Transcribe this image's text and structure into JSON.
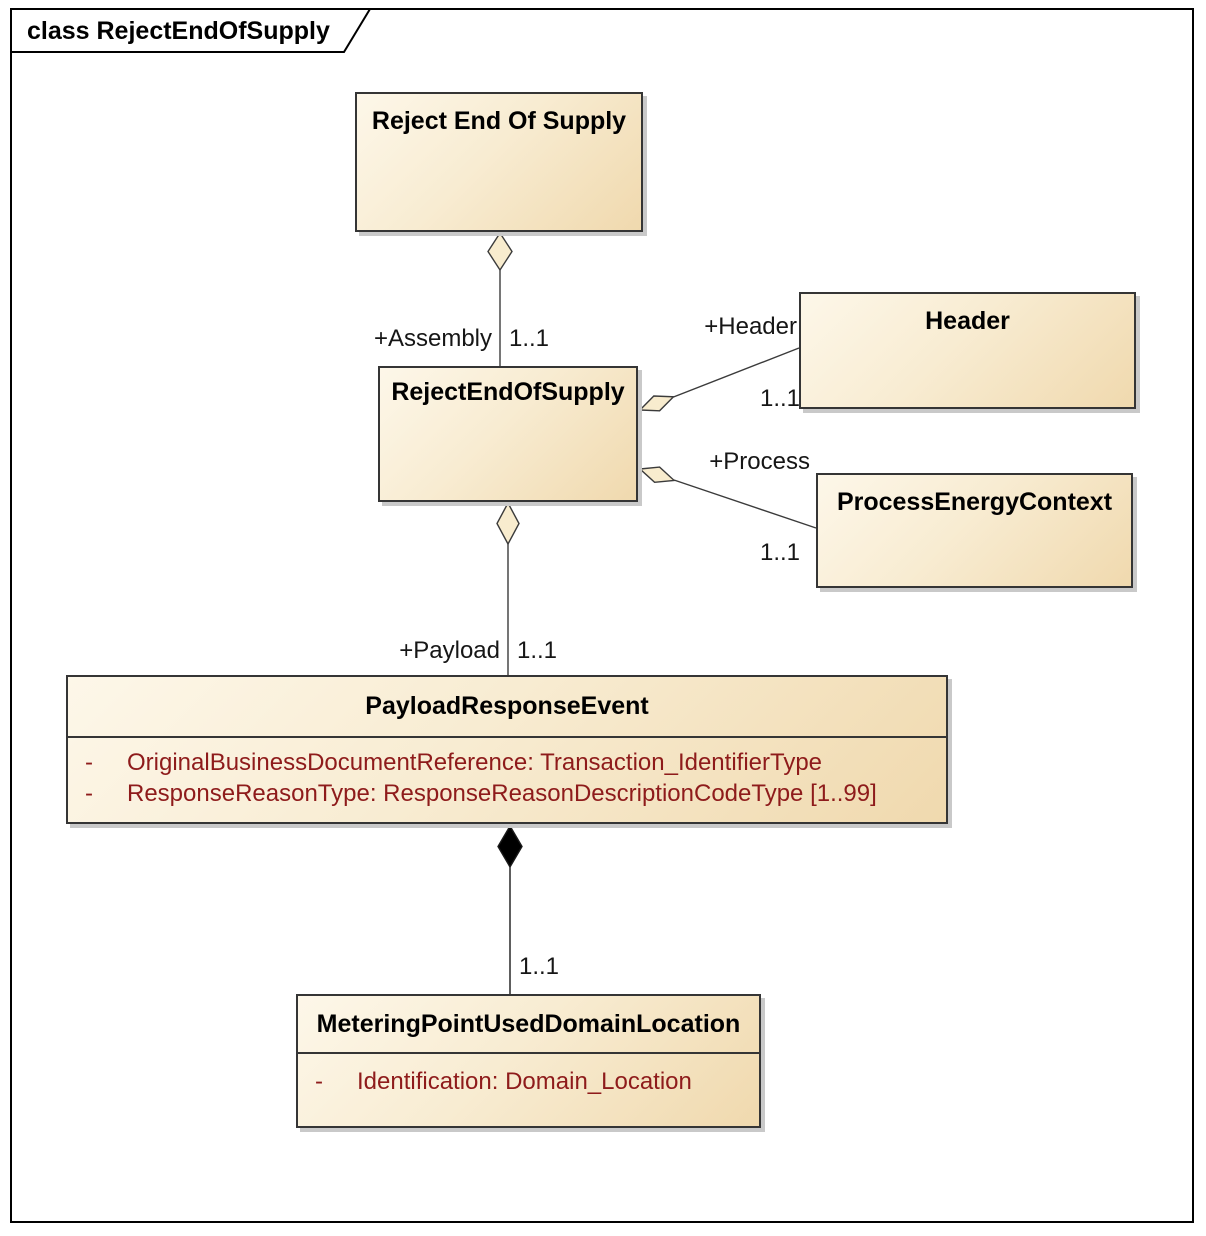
{
  "diagram": {
    "title": "class RejectEndOfSupply"
  },
  "colors": {
    "box_fill_light": "#fdf7e9",
    "box_fill_dark": "#f0d9ae",
    "box_border": "#353535",
    "attribute_text": "#8e1b1b",
    "line": "#3b3b3b",
    "shadow": "#c9c9c9",
    "composition_diamond": "#000000",
    "aggregation_diamond_fill": "#f8ecce"
  },
  "classes": {
    "reject_end_of_supply_business": {
      "name": "Reject End Of Supply"
    },
    "reject_end_of_supply": {
      "name": "RejectEndOfSupply"
    },
    "header": {
      "name": "Header"
    },
    "process_energy_context": {
      "name": "ProcessEnergyContext"
    },
    "payload_response_event": {
      "name": "PayloadResponseEvent",
      "attributes": [
        {
          "visibility": "-",
          "text": "OriginalBusinessDocumentReference: Transaction_IdentifierType"
        },
        {
          "visibility": "-",
          "text": "ResponseReasonType: ResponseReasonDescriptionCodeType [1..99]"
        }
      ]
    },
    "metering_point_used_domain_location": {
      "name": "MeteringPointUsedDomainLocation",
      "attributes": [
        {
          "visibility": "-",
          "text": "Identification: Domain_Location"
        }
      ]
    }
  },
  "associations": {
    "assembly": {
      "role": "+Assembly",
      "multiplicity": "1..1",
      "kind": "aggregation"
    },
    "header": {
      "role": "+Header",
      "multiplicity": "1..1",
      "kind": "aggregation"
    },
    "process": {
      "role": "+Process",
      "multiplicity": "1..1",
      "kind": "aggregation"
    },
    "payload": {
      "role": "+Payload",
      "multiplicity": "1..1",
      "kind": "aggregation"
    },
    "metering_point": {
      "multiplicity": "1..1",
      "kind": "composition"
    }
  }
}
